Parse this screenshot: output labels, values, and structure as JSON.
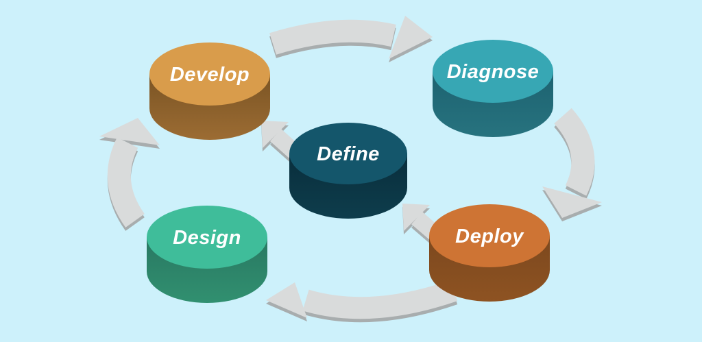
{
  "background": "#CDF1FB",
  "label_color": "#FFFFFF",
  "arrow_colors": {
    "light": "#D9DBDB",
    "shadow": "#A8ADAE"
  },
  "nodes": [
    {
      "id": "develop",
      "label": "Develop",
      "top_color": "#D99C4B",
      "side_gradient": {
        "top": "#7A5424",
        "bottom": "#9C6C33"
      }
    },
    {
      "id": "diagnose",
      "label": "Diagnose",
      "top_color": "#37A7B4",
      "side_gradient": {
        "top": "#1D6270",
        "bottom": "#27737F"
      }
    },
    {
      "id": "define",
      "label": "Define",
      "top_color": "#14566B",
      "side_gradient": {
        "top": "#092E3C",
        "bottom": "#0E3D4C"
      }
    },
    {
      "id": "design",
      "label": "Design",
      "top_color": "#3FBD9A",
      "side_gradient": {
        "top": "#297862",
        "bottom": "#319070"
      }
    },
    {
      "id": "deploy",
      "label": "Deploy",
      "top_color": "#CE7434",
      "side_gradient": {
        "top": "#7C481E",
        "bottom": "#8E5322"
      }
    }
  ],
  "arrows": [
    {
      "id": "arrow-develop-to-diagnose",
      "from": "Develop",
      "to": "Diagnose"
    },
    {
      "id": "arrow-diagnose-to-deploy",
      "from": "Diagnose",
      "to": "Deploy"
    },
    {
      "id": "arrow-deploy-to-design",
      "from": "Deploy",
      "to": "Design"
    },
    {
      "id": "arrow-design-to-develop",
      "from": "Design",
      "to": "Develop"
    },
    {
      "id": "arrow-deploy-to-define",
      "from": "Deploy",
      "to": "Define"
    },
    {
      "id": "arrow-define-to-develop",
      "from": "Define",
      "to": "Develop"
    }
  ]
}
